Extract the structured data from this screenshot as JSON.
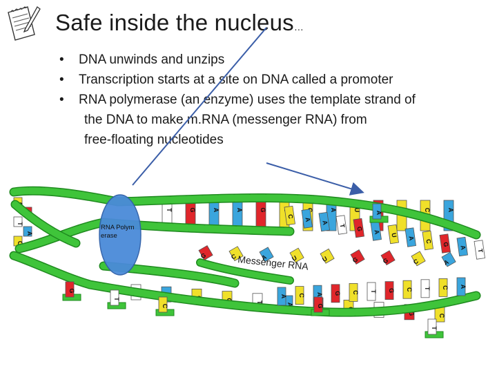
{
  "slide": {
    "title": "Safe inside the nucleus",
    "title_suffix": "…",
    "bullets": [
      "DNA unwinds and unzips",
      "Transcription starts at a site on DNA called a promoter",
      "RNA polymerase (an enzyme) uses the template strand  of"
    ],
    "bullet3_cont": [
      "the DNA to make m.RNA (messenger RNA) from",
      "free-floating nucleotides"
    ]
  },
  "diagram": {
    "enzyme_label": "RNA Polymerase",
    "mrna_label": "Messenger RNA",
    "colors": {
      "backbone": "#3fc43a",
      "backbone_dark": "#1f8a1f",
      "adenine": "#3aa5dd",
      "guanine": "#e0262b",
      "cytosine": "#f0e02a",
      "thymine": "#ffffff",
      "polymerase": "#4a8bd9",
      "arrow": "#3b5ea8"
    },
    "top_rungs": [
      "T",
      "G",
      "A",
      "A",
      "G",
      "C",
      "C",
      "A",
      "U",
      "G",
      "U",
      "C",
      "A"
    ],
    "bottom_rungs": [
      "T",
      "A",
      "C",
      "C",
      "T",
      "A",
      "G",
      "C",
      "T",
      "G",
      "C"
    ],
    "mrna_bases": [
      "G",
      "C",
      "A",
      "U",
      "U",
      "G",
      "G",
      "C",
      "A"
    ],
    "top_outer_bases": [
      "C",
      "A",
      "A",
      "T",
      "G",
      "A",
      "U",
      "A",
      "C",
      "G",
      "A",
      "T"
    ],
    "bottom_outer_bases": [
      "A",
      "C",
      "A",
      "G",
      "C",
      "T",
      "G",
      "C",
      "T",
      "C",
      "A"
    ],
    "free_nucleotides": [
      "G",
      "T",
      "C",
      "G",
      "A",
      "T"
    ],
    "left_bases": [
      "C",
      "G",
      "T",
      "A",
      "C"
    ]
  }
}
